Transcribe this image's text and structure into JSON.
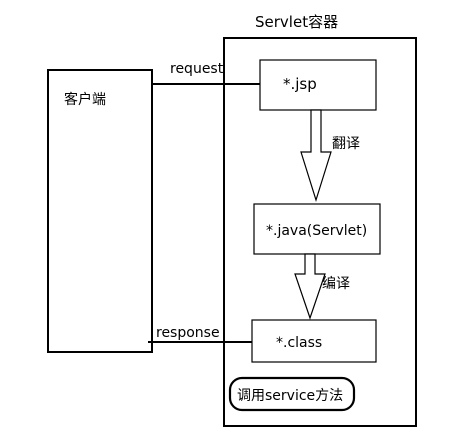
{
  "container": {
    "title": "Servlet容器"
  },
  "client": {
    "label": "客户端"
  },
  "arrows": {
    "request": "request",
    "response": "response",
    "translate": "翻译",
    "compile": "编译"
  },
  "stages": {
    "jsp": "*.jsp",
    "java": "*.java(Servlet)",
    "class": "*.class"
  },
  "method_call": {
    "label": "调用service方法"
  }
}
